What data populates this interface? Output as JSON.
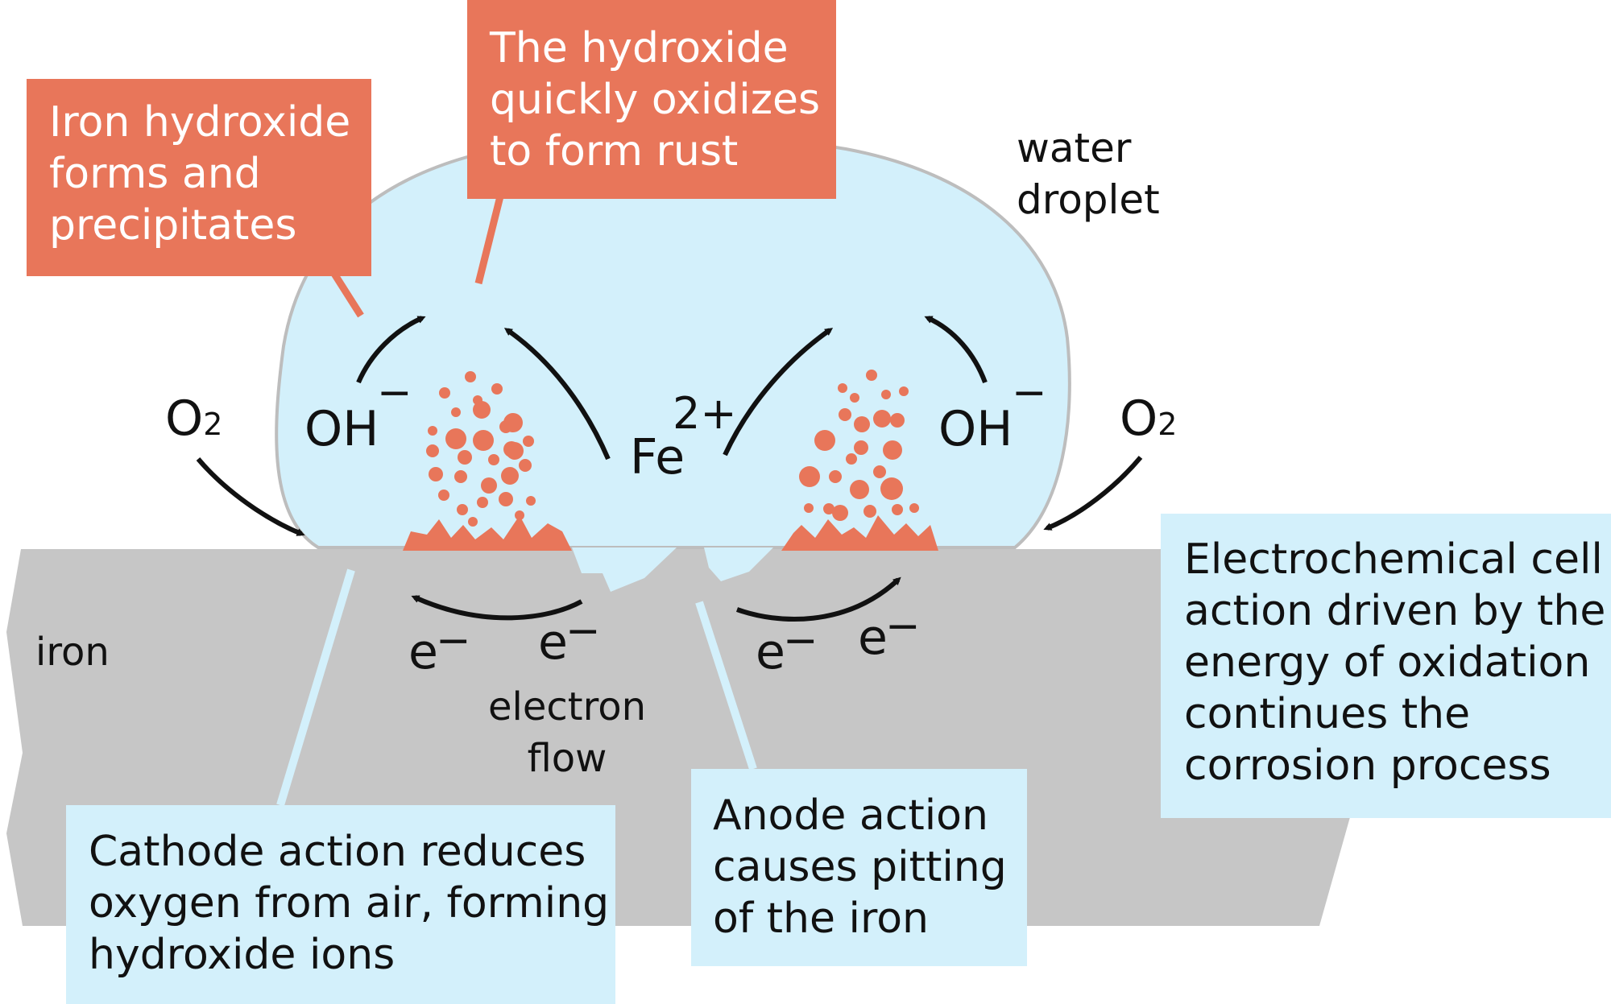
{
  "callouts": {
    "iron_hydroxide": [
      "Iron hydroxide",
      "forms and",
      "precipitates"
    ],
    "hydroxide_oxidizes": [
      "The hydroxide",
      "quickly oxidizes",
      "to form rust"
    ],
    "electrochemical": [
      "Electrochemical cell",
      "action driven by the",
      "energy of oxidation",
      "continues the",
      "corrosion process"
    ],
    "cathode": [
      "Cathode action reduces",
      "oxygen from air, forming",
      "hydroxide ions"
    ],
    "anode": [
      "Anode action",
      "causes pitting",
      "of the iron"
    ]
  },
  "labels": {
    "water_droplet": [
      "water",
      "droplet"
    ],
    "iron": "iron",
    "electron_flow": [
      "electron",
      "flow"
    ],
    "o2": {
      "base": "O",
      "sub": "2"
    },
    "oh": {
      "base": "OH",
      "charge": "−"
    },
    "fe": {
      "base": "Fe",
      "charge": "2+"
    },
    "electron": {
      "base": "e",
      "charge": "−"
    }
  },
  "colors": {
    "iron": "#c6c6c6",
    "water": "#d3f0fb",
    "water_outline": "#bdbdbd",
    "rust": "#e8765a",
    "callout_blue": "#d3f0fb",
    "callout_orange": "#e8765a",
    "arrow": "#111111"
  }
}
